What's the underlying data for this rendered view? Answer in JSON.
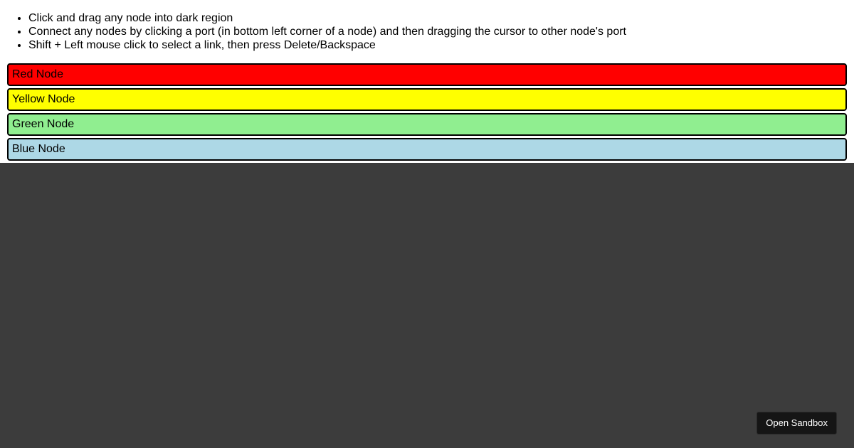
{
  "instructions": [
    "Click and drag any node into dark region",
    "Connect any nodes by clicking a port (in bottom left corner of a node) and then dragging the cursor to other node's port",
    "Shift + Left mouse click to select a link, then press Delete/Backspace"
  ],
  "palette": {
    "nodes": [
      {
        "label": "Red Node",
        "color": "#ff0000"
      },
      {
        "label": "Yellow Node",
        "color": "#ffff00"
      },
      {
        "label": "Green Node",
        "color": "#90ee90"
      },
      {
        "label": "Blue Node",
        "color": "#add8e6"
      }
    ]
  },
  "canvas": {
    "background": "#3c3c3c"
  },
  "sandbox": {
    "button_label": "Open Sandbox"
  }
}
